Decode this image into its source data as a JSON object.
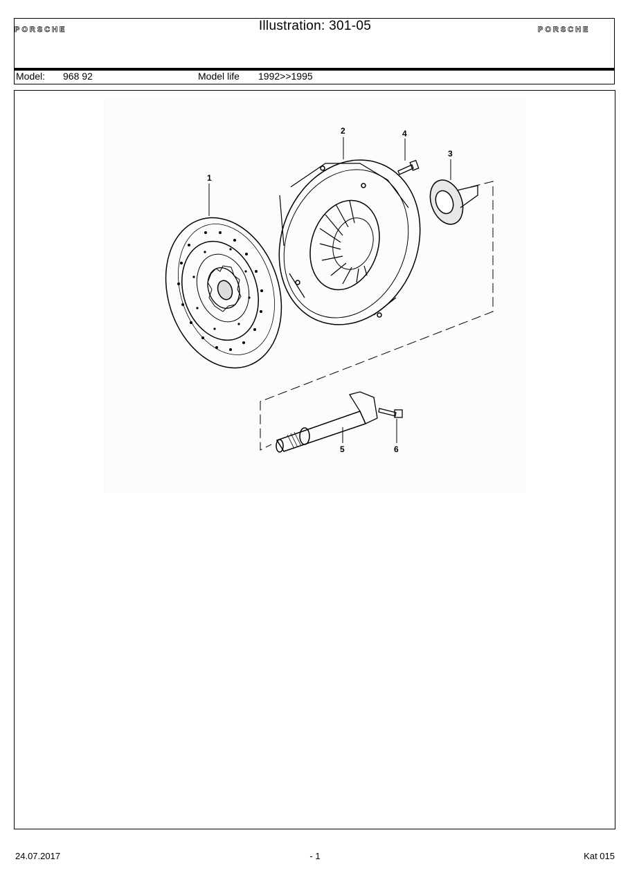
{
  "header": {
    "brand_left": "PORSCHE",
    "brand_right": "PORSCHE",
    "title": "Illustration: 301-05",
    "model_label": "Model:",
    "model_value": "968 92",
    "model_life_label": "Model life",
    "model_life_value": "1992>>1995"
  },
  "diagram": {
    "callouts": [
      "1",
      "2",
      "3",
      "4",
      "5",
      "6"
    ],
    "callout_parts": {
      "1": "clutch disc",
      "2": "pressure plate",
      "3": "release bearing",
      "4": "bolt",
      "5": "release shaft",
      "6": "bolt"
    }
  },
  "footer": {
    "date": "24.07.2017",
    "page": "- 1",
    "catalog": "Kat 015"
  }
}
